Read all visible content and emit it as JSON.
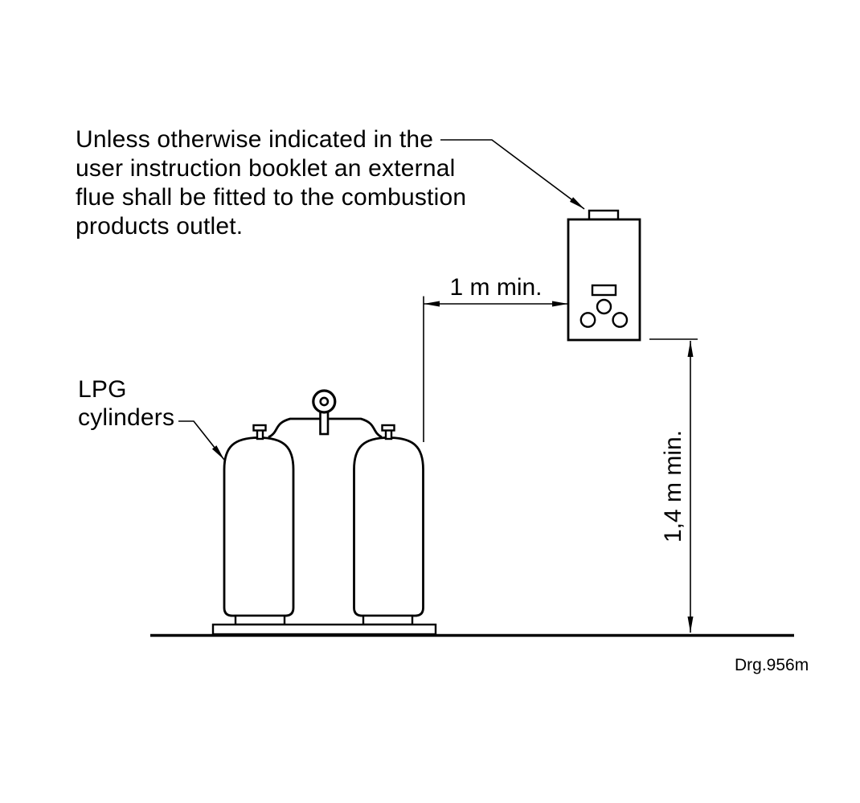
{
  "colors": {
    "line": "#000000",
    "background": "#ffffff"
  },
  "note": {
    "lines": [
      "Unless otherwise indicated in the",
      "user instruction booklet an external",
      "flue shall be fitted to the combustion",
      "products outlet."
    ]
  },
  "labels": {
    "lpg_cylinders": {
      "line1": "LPG",
      "line2": "cylinders"
    }
  },
  "dimensions": {
    "horizontal_clearance": "1 m min.",
    "vertical_clearance": "1,4 m min."
  },
  "drawing_number": "Drg.956m"
}
